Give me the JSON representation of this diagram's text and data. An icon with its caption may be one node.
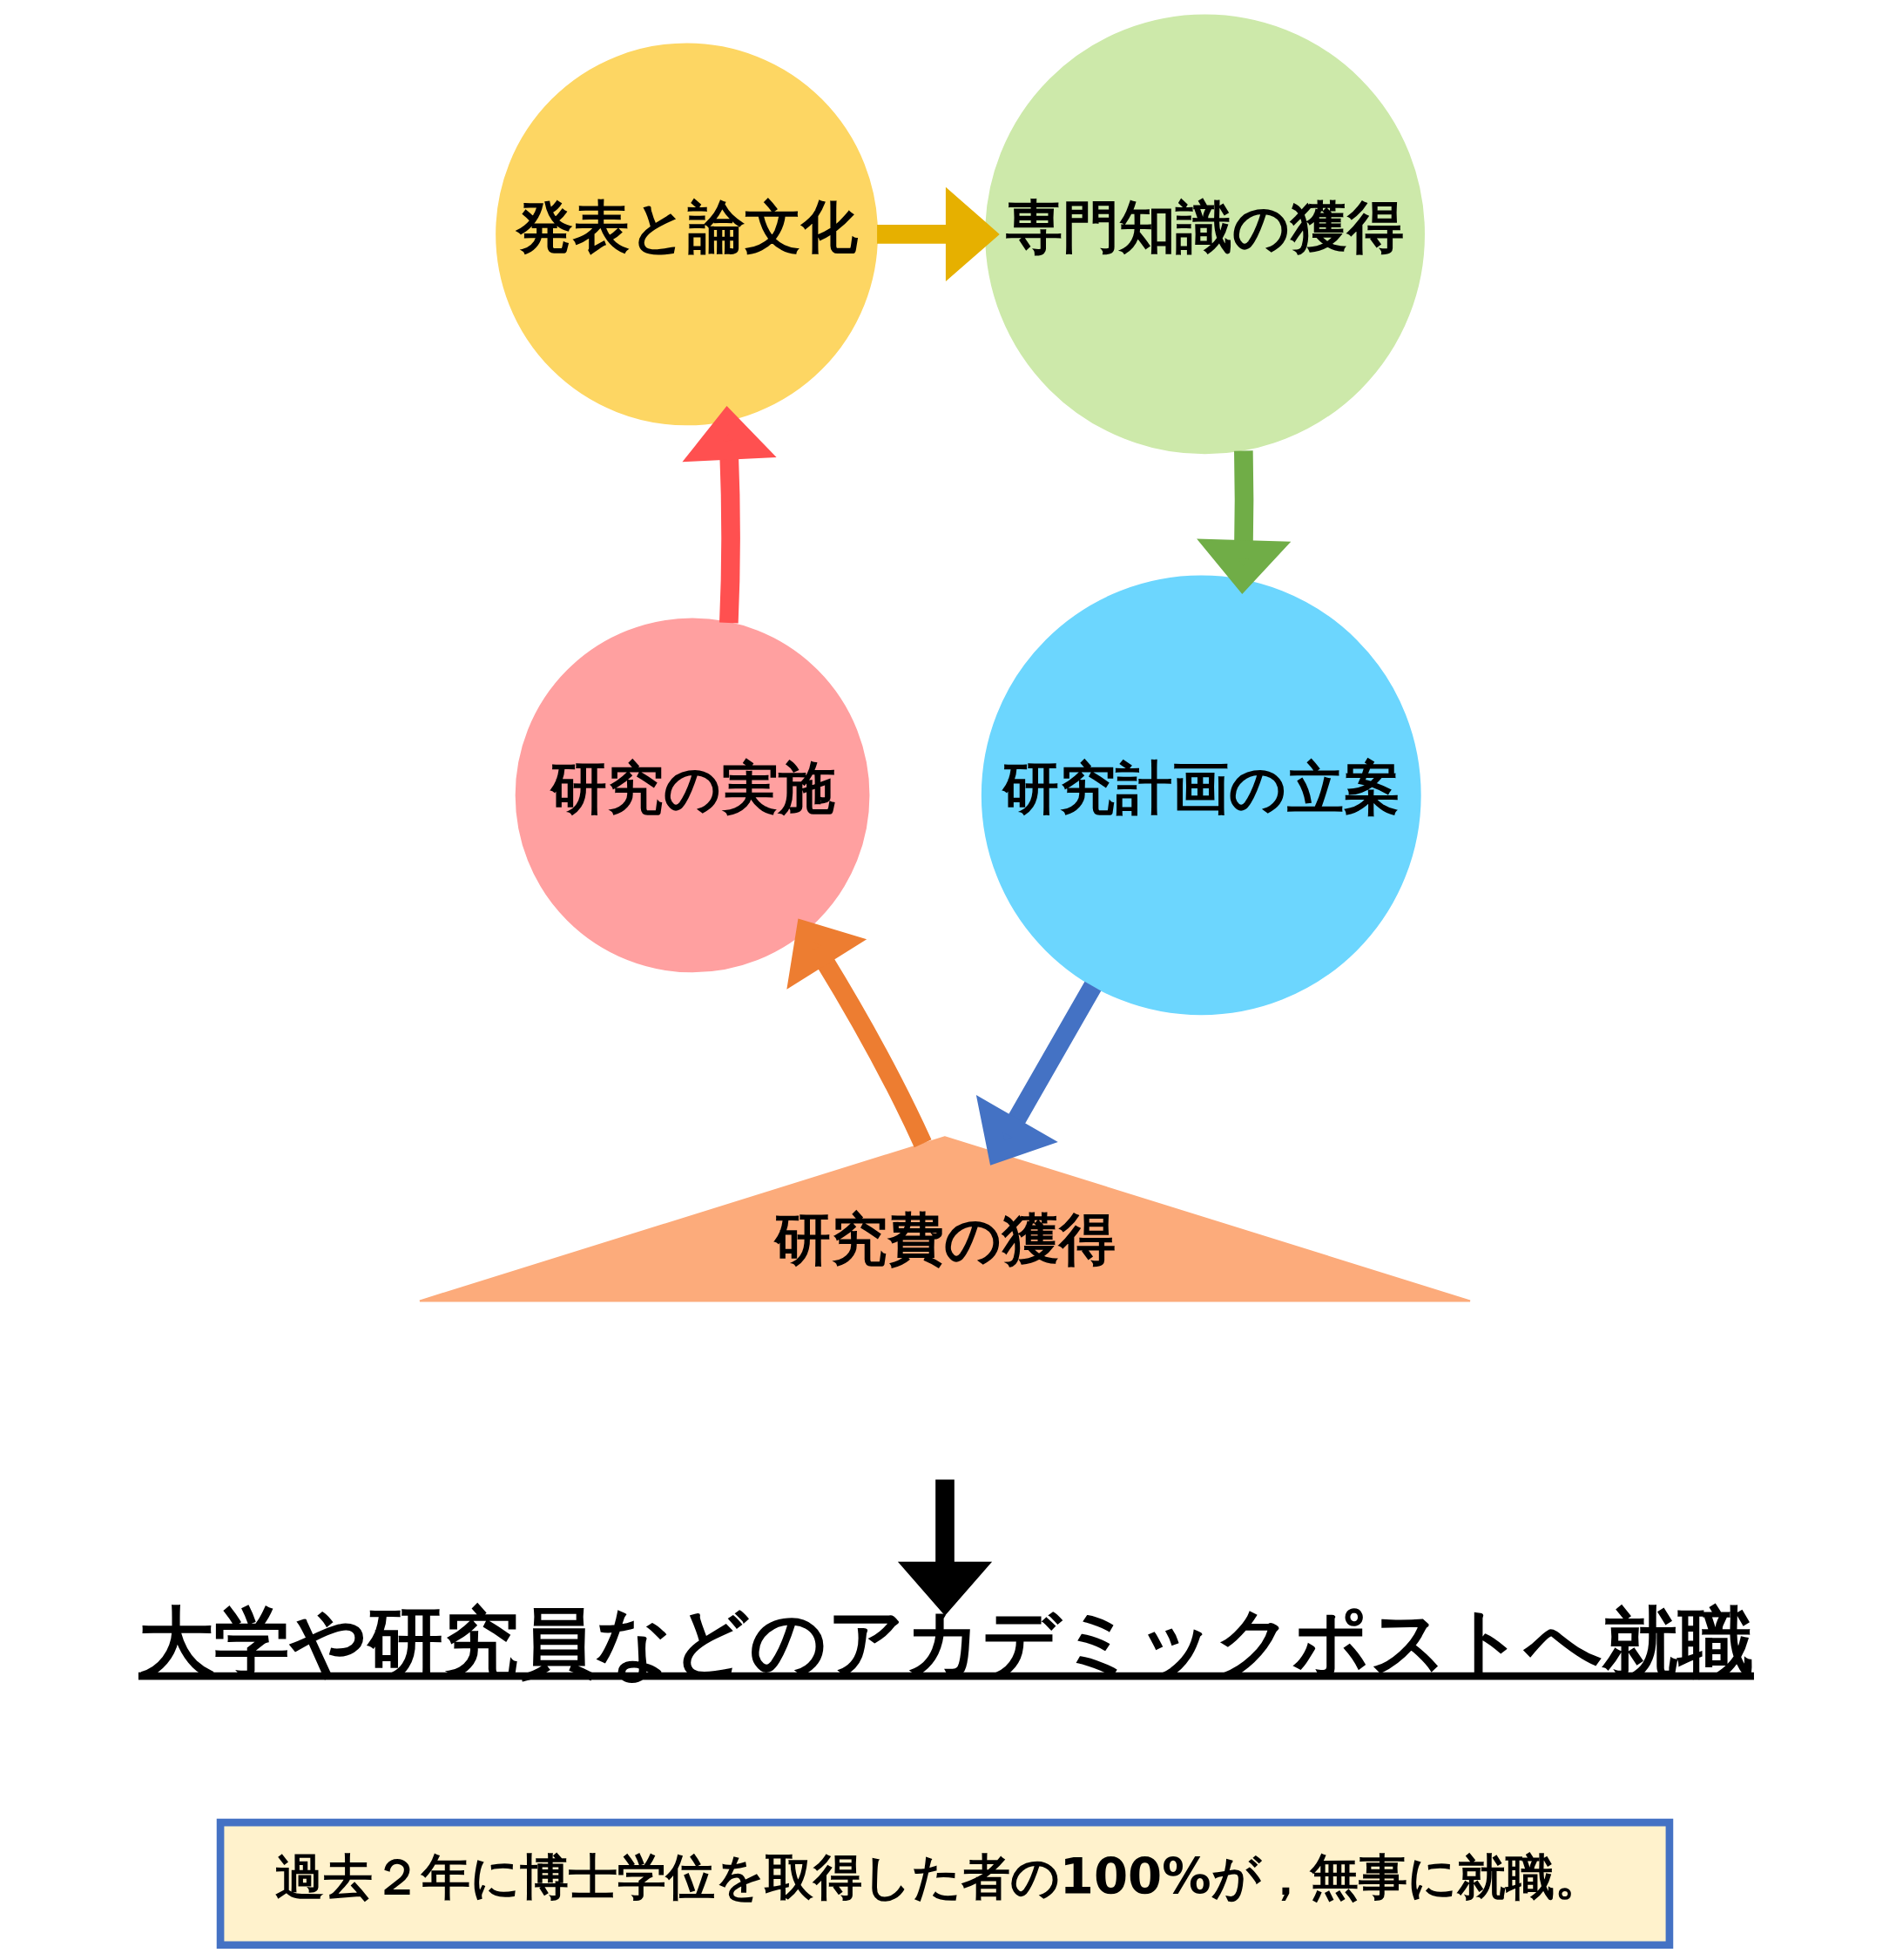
{
  "diagram": {
    "nodes": [
      {
        "text": [
          "専門知識の獲得"
        ]
      },
      {
        "text": [
          "研究計画の立案"
        ]
      },
      {
        "text": [
          "研究費の獲得"
        ]
      },
      {
        "text": [
          "研究の実施"
        ]
      },
      {
        "text": [
          "発表と論文化"
        ]
      },
      {
        "text": [
          "大学や研究員などのアカデミックポストへ就職"
        ]
      },
      {
        "text": [
          "過去２年に博士学位を取得した者の100%が，無事に就職。"
        ]
      }
    ],
    "edges": [
      {
        "from": 4,
        "to": 0,
        "arrow": "to",
        "color": "#e6b000"
      },
      {
        "from": 0,
        "to": 1,
        "arrow": "to",
        "color": "#70ad47"
      },
      {
        "from": 1,
        "to": 2,
        "arrow": "to",
        "color": "#4472c4"
      },
      {
        "from": 2,
        "to": 3,
        "arrow": "to",
        "color": "#ed7d31"
      },
      {
        "from": 3,
        "to": 4,
        "arrow": "to",
        "color": "#ff5050"
      },
      {
        "from": null,
        "to": 5,
        "arrow": "to",
        "color": "#000000"
      }
    ]
  }
}
